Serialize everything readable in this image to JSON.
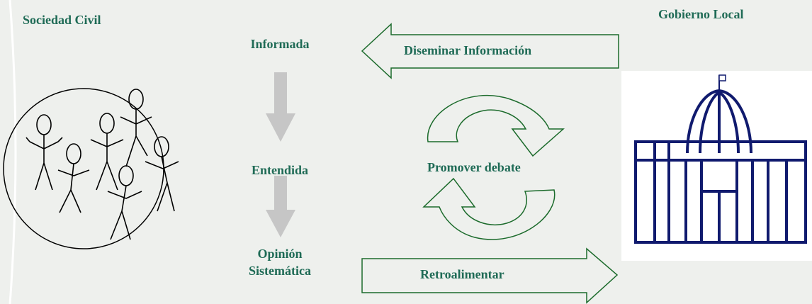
{
  "left_title": "Sociedad Civil",
  "right_title": "Gobierno Local",
  "stages": {
    "informed": "Informada",
    "understood": "Entendida",
    "opinion_line1": "Opinión",
    "opinion_line2": "Sistemática"
  },
  "arrows": {
    "disseminate": "Diseminar Información",
    "debate": "Promover debate",
    "feedback": "Retroalimentar"
  },
  "colors": {
    "text": "#1f6b56",
    "arrow_outline": "#1c6b2c",
    "down_arrow": "#c6c6c6",
    "building": "#101a6e"
  }
}
